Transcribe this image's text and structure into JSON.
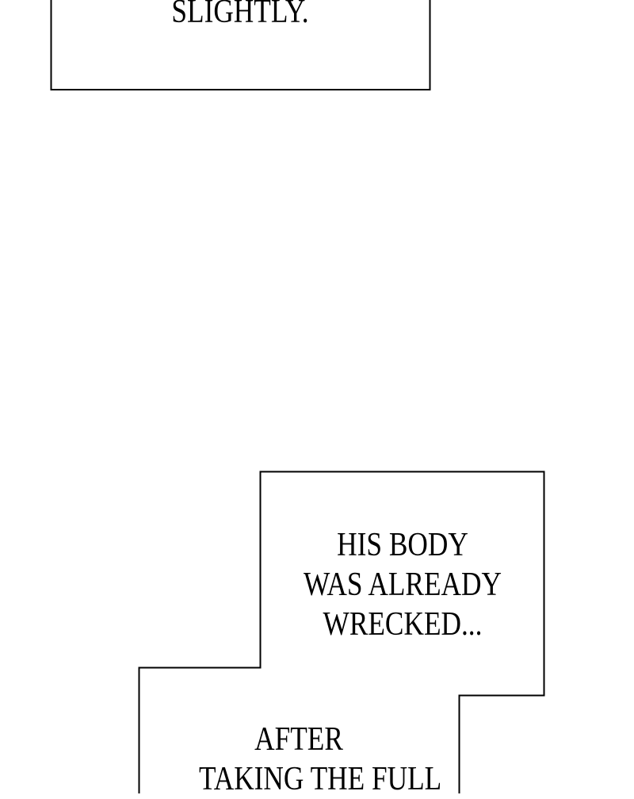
{
  "panels": [
    {
      "lines": [
        "SLIGHTLY."
      ]
    },
    {
      "lines": [
        "HIS BODY",
        "WAS ALREADY",
        "WRECKED..."
      ]
    },
    {
      "lines": [
        "AFTER",
        "TAKING THE FULL"
      ]
    }
  ]
}
